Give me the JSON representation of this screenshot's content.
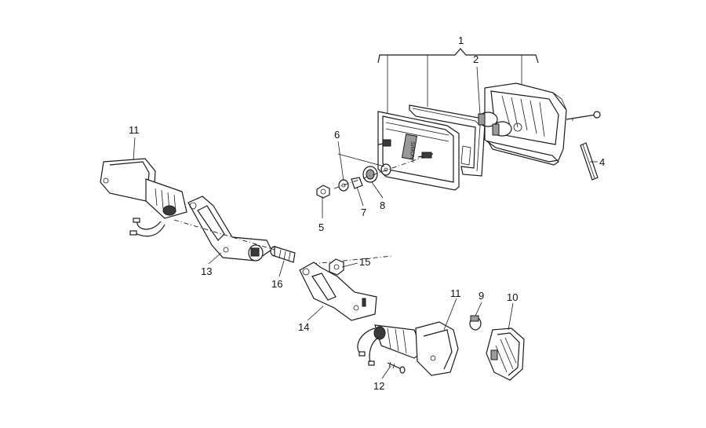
{
  "diagram": {
    "callouts": [
      {
        "id": "c1",
        "label": "1"
      },
      {
        "id": "c2",
        "label": "2"
      },
      {
        "id": "c4",
        "label": "4"
      },
      {
        "id": "c5",
        "label": "5"
      },
      {
        "id": "c6",
        "label": "6"
      },
      {
        "id": "c7",
        "label": "7"
      },
      {
        "id": "c8",
        "label": "8"
      },
      {
        "id": "c9",
        "label": "9"
      },
      {
        "id": "c10",
        "label": "10"
      },
      {
        "id": "c11a",
        "label": "11"
      },
      {
        "id": "c11b",
        "label": "11"
      },
      {
        "id": "c12",
        "label": "12"
      },
      {
        "id": "c13",
        "label": "13"
      },
      {
        "id": "c14",
        "label": "14"
      },
      {
        "id": "c15",
        "label": "15"
      },
      {
        "id": "c16",
        "label": "16"
      }
    ]
  },
  "tail_lamp_lens_text": "SIMONY",
  "colors": {
    "line": "#1a1a1a",
    "background": "#ffffff"
  }
}
